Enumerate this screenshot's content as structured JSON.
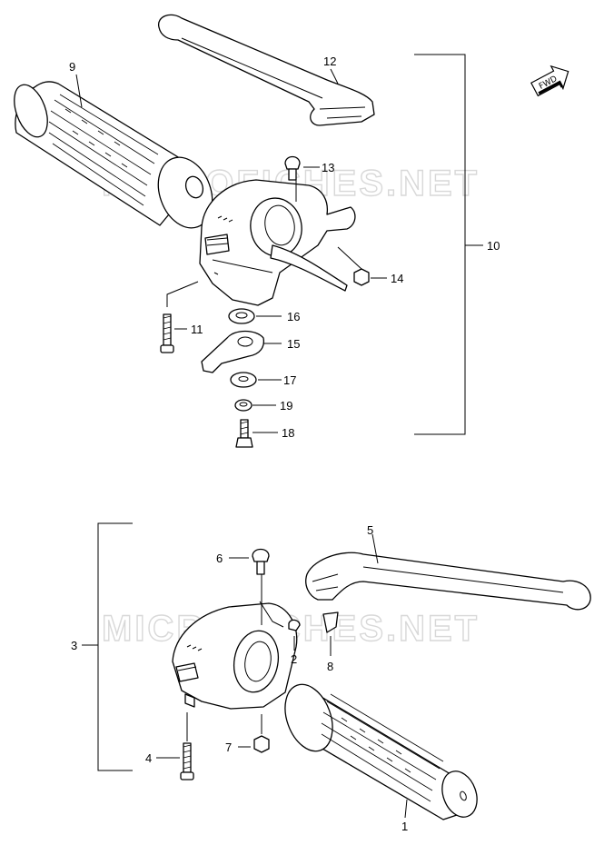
{
  "watermark": "MICROFICHES.NET",
  "fwd_label": "FWD",
  "callouts": {
    "p1": "1",
    "p2": "2",
    "p3": "3",
    "p4": "4",
    "p5": "5",
    "p6": "6",
    "p7": "7",
    "p8": "8",
    "p9": "9",
    "p10": "10",
    "p11": "11",
    "p12": "12",
    "p13": "13",
    "p14": "14",
    "p15": "15",
    "p16": "16",
    "p17": "17",
    "p18": "18",
    "p19": "19"
  }
}
